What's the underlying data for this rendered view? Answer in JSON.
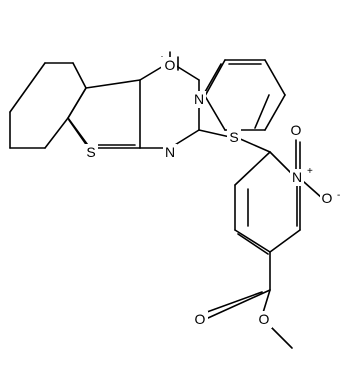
{
  "molecule": {
    "atoms": {
      "O_carbonyl": "O",
      "N_pyrimidine_3": "N",
      "S_thiophene": "S",
      "N_pyrimidine_1": "N",
      "S_thioether": "S",
      "N_nitro": "N",
      "N_nitro_charge": "+",
      "O_nitro_1": "O",
      "O_nitro_1_charge": "-",
      "O_nitro_2": "O",
      "O_ester_carbonyl": "O",
      "O_ester_ether": "O"
    }
  }
}
